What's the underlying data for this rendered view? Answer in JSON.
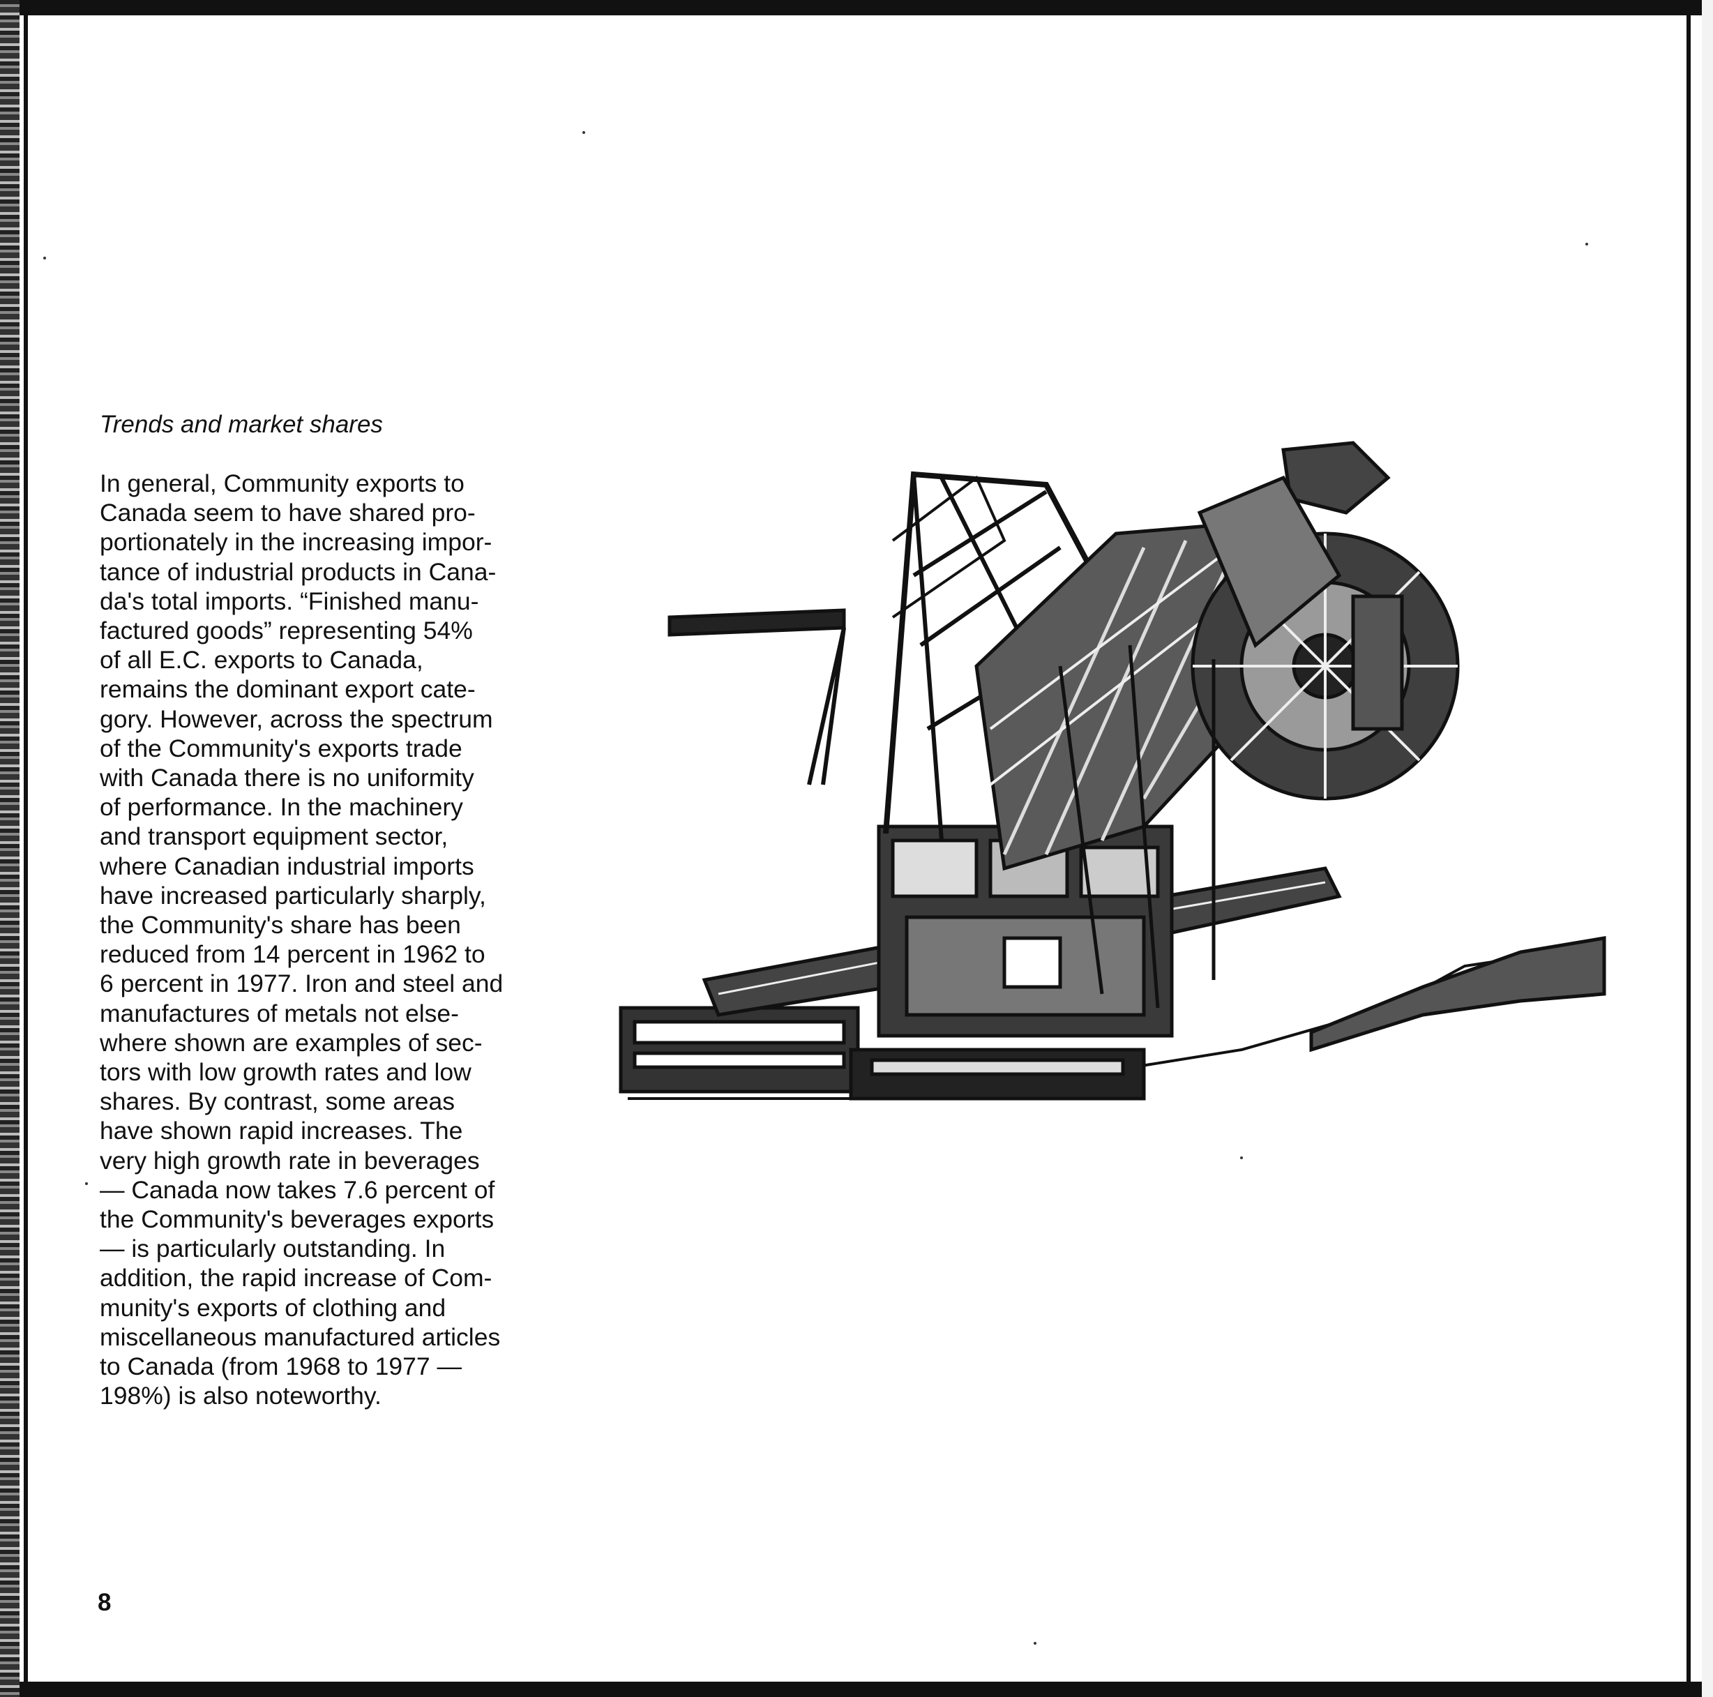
{
  "heading": "Trends and market shares",
  "body_lines": [
    "In general, Community exports to",
    "Canada seem to have shared pro-",
    "portionately in the increasing impor-",
    "tance of industrial products in Cana-",
    "da's total imports. “Finished manu-",
    "factured goods” representing 54%",
    "of all E.C. exports to Canada,",
    "remains the dominant export cate-",
    "gory. However, across the spectrum",
    "of the Community's exports trade",
    "with Canada there is no uniformity",
    "of performance. In the machinery",
    "and transport equipment sector,",
    "where Canadian industrial imports",
    "have increased particularly sharply,",
    "the Community's share has been",
    "reduced from 14 percent in 1962 to",
    "6 percent in 1977. Iron and steel and",
    "manufactures of metals not else-",
    "where shown are examples of sec-",
    "tors with low growth rates and low",
    "shares. By contrast, some areas",
    "have shown rapid increases. The",
    "very high growth rate in beverages",
    "— Canada now takes 7.6 percent of",
    "the Community's beverages exports",
    "— is particularly outstanding. In",
    "addition, the rapid increase of Com-",
    "munity's exports of clothing and",
    "miscellaneous manufactured articles",
    "to Canada (from 1968 to 1977 —",
    "198%) is also noteworthy."
  ],
  "page_number": "8",
  "illustration": {
    "subject": "bucket-wheel-excavator-illustration",
    "ink_color": "#111111"
  }
}
